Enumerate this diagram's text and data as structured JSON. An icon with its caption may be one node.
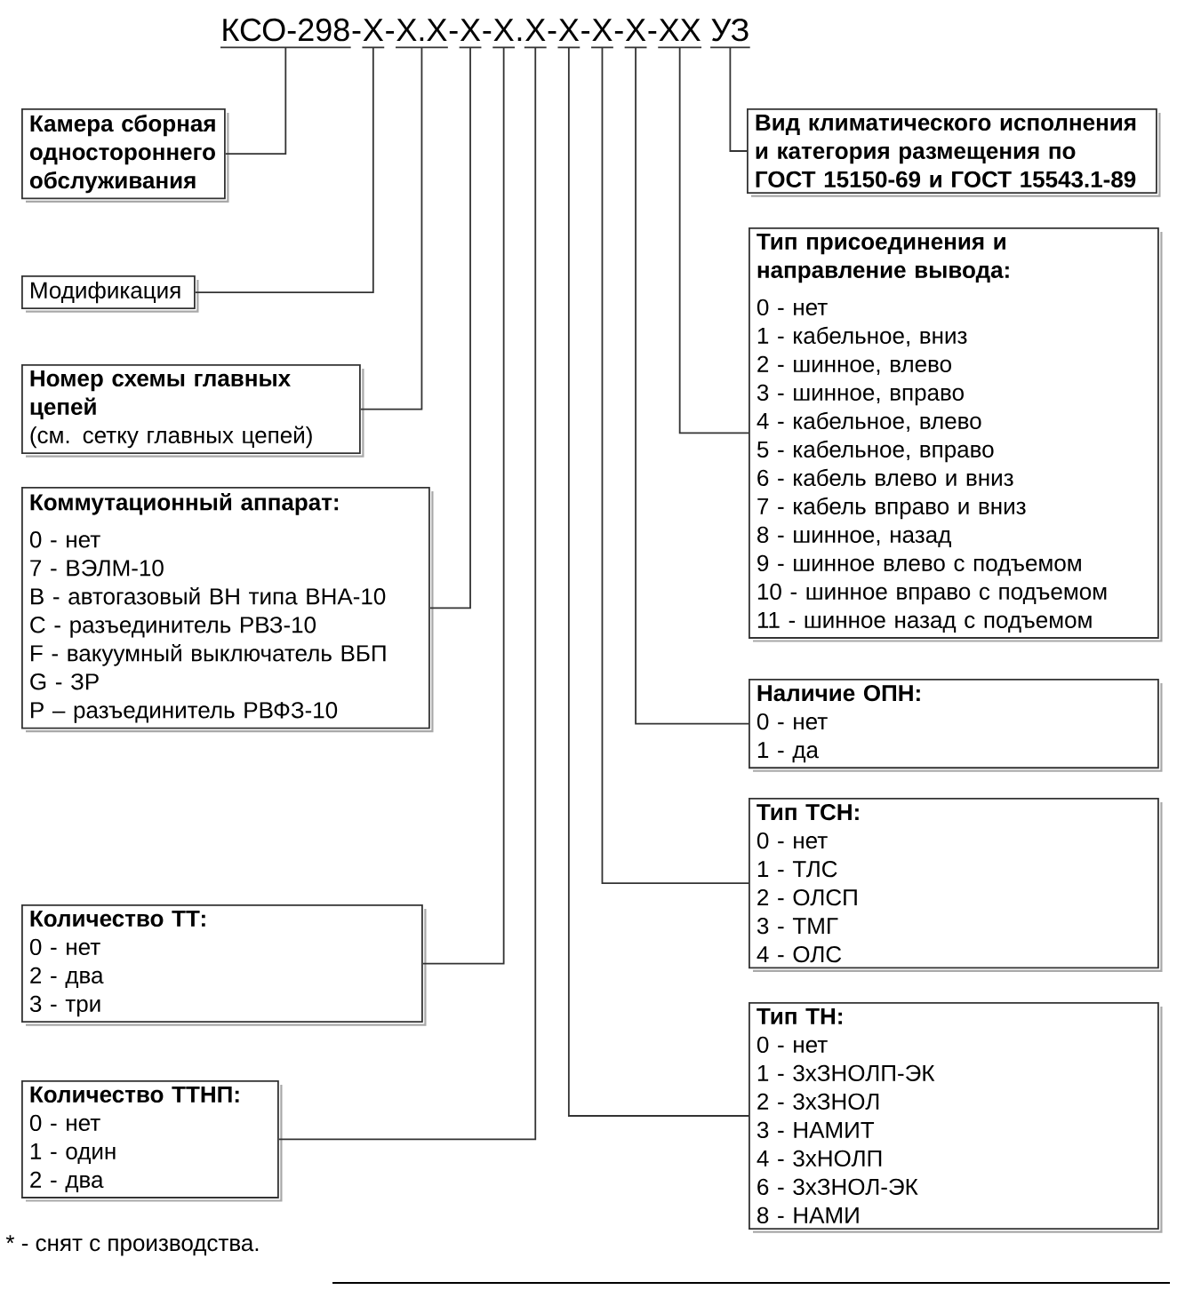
{
  "diagram": {
    "nodes": [
      {
        "text": [
          "КСО-298"
        ]
      },
      {
        "text": [
          "Х"
        ]
      },
      {
        "text": [
          "Х.Х"
        ]
      },
      {
        "text": [
          "Х"
        ]
      },
      {
        "text": [
          "Х"
        ]
      },
      {
        "text": [
          "Х"
        ]
      },
      {
        "text": [
          "Х"
        ]
      },
      {
        "text": [
          "Х"
        ]
      },
      {
        "text": [
          "Х"
        ]
      },
      {
        "text": [
          "ХХ"
        ]
      },
      {
        "text": [
          "УЗ"
        ]
      },
      {
        "text": [
          "Камера сборная одностороннего обслуживания"
        ]
      },
      {
        "text": [
          "Модификация"
        ]
      },
      {
        "text": [
          "Номер схемы главных цепей",
          "(см. сетку главных цепей)"
        ]
      },
      {
        "text": [
          "Коммутационный аппарат:",
          "0 - нет",
          "7 - ВЭЛМ-10",
          "B - автогазовый ВН типа ВНА-10",
          "C - разъединитель РВЗ-10",
          "F - вакуумный выключатель ВБП",
          "G - ЗР",
          "P – разъединитель РВФЗ-10"
        ]
      },
      {
        "text": [
          "Количество ТТ:",
          "0 - нет",
          "2 - два",
          "3 - три"
        ]
      },
      {
        "text": [
          "Количество ТТНП:",
          "0 - нет",
          "1 - один",
          "2 - два"
        ]
      },
      {
        "text": [
          "Вид климатического исполнения и категория размещения по ГОСТ 15150-69 и ГОСТ 15543.1-89"
        ]
      },
      {
        "text": [
          "Тип присоединения и направление вывода:",
          "0 - нет",
          "1 - кабельное, вниз",
          "2 - шинное, влево",
          "3 - шинное, вправо",
          "4 - кабельное, влево",
          "5 - кабельное, вправо",
          "6 - кабель влево и вниз",
          "7 - кабель вправо и вниз",
          "8 - шинное, назад",
          "9 - шинное влево с подъемом",
          "10 - шинное вправо с подъемом",
          "11 - шинное назад с подъемом"
        ]
      },
      {
        "text": [
          "Наличие ОПН:",
          "0 - нет",
          "1 - да"
        ]
      },
      {
        "text": [
          "Тип ТСН:",
          "0 - нет",
          "1 - ТЛС",
          "2 - ОЛСП",
          "3 - ТМГ",
          "4 - ОЛС"
        ]
      },
      {
        "text": [
          "Тип ТН:",
          "0 - нет",
          "1 - 3хЗНОЛП-ЭК",
          "2 - 3хЗНОЛ",
          "3 - НАМИТ",
          "4 - 3хНОЛП",
          "6 - 3хЗНОЛ-ЭК",
          "8 - НАМИ"
        ]
      }
    ],
    "edges": [
      {
        "from": 0,
        "to": 11,
        "arrow": "none"
      },
      {
        "from": 1,
        "to": 12,
        "arrow": "none"
      },
      {
        "from": 2,
        "to": 13,
        "arrow": "none"
      },
      {
        "from": 3,
        "to": 14,
        "arrow": "none"
      },
      {
        "from": 4,
        "to": 15,
        "arrow": "none"
      },
      {
        "from": 5,
        "to": 16,
        "arrow": "none"
      },
      {
        "from": 6,
        "to": 21,
        "arrow": "none"
      },
      {
        "from": 7,
        "to": 20,
        "arrow": "none"
      },
      {
        "from": 8,
        "to": 19,
        "arrow": "none"
      },
      {
        "from": 9,
        "to": 18,
        "arrow": "none"
      },
      {
        "from": 10,
        "to": 17,
        "arrow": "none"
      }
    ],
    "labels": [
      "-",
      "-",
      "-",
      "-",
      ".",
      "-",
      "-",
      "-",
      "-",
      "* - снят с производства."
    ]
  }
}
